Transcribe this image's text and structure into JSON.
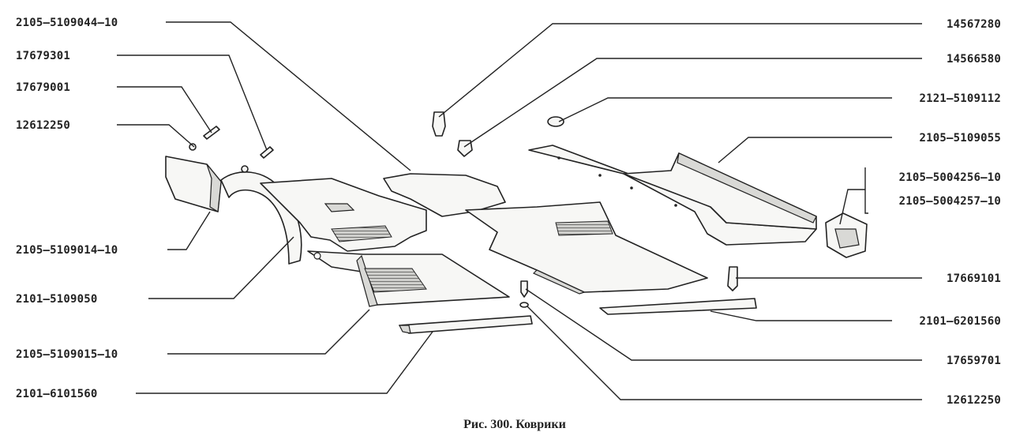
{
  "figure": {
    "caption": "Рис. 300. Коврики",
    "callouts": {
      "left": [
        "2105–5109044–10",
        "17679301",
        "17679001",
        "12612250",
        "2105–5109014–10",
        "2101–5109050",
        "2105–5109015–10",
        "2101–6101560"
      ],
      "right": [
        "14567280",
        "14566580",
        "2121–5109112",
        "2105–5109055",
        "2105–5004256–10",
        "2105–5004257–10",
        "17669101",
        "2101–6201560",
        "17659701",
        "12612250"
      ]
    }
  }
}
